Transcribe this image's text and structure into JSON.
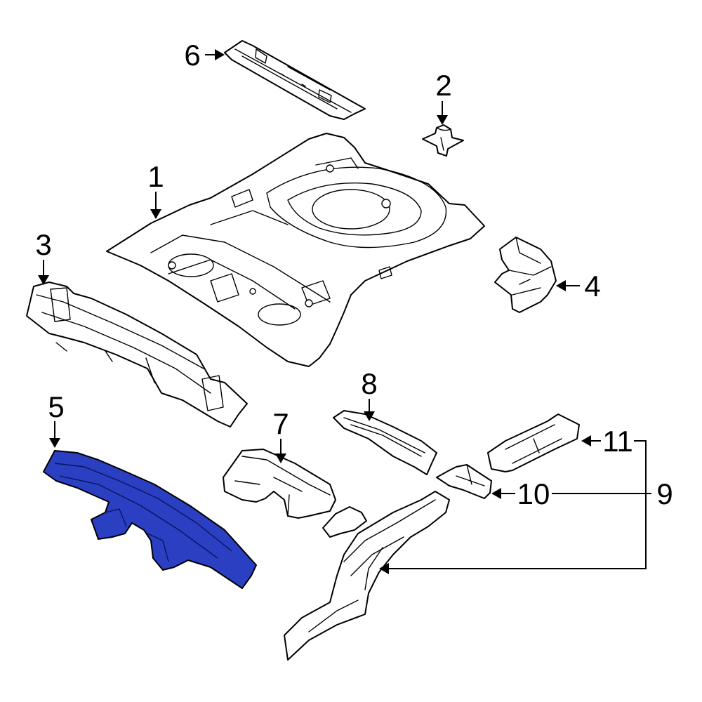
{
  "callouts": {
    "c1": "1",
    "c2": "2",
    "c3": "3",
    "c4": "4",
    "c5": "5",
    "c6": "6",
    "c7": "7",
    "c8": "8",
    "c9": "9",
    "c10": "10",
    "c11": "11"
  },
  "parts": [
    {
      "callout": "1",
      "highlighted": false
    },
    {
      "callout": "2",
      "highlighted": false
    },
    {
      "callout": "3",
      "highlighted": false
    },
    {
      "callout": "4",
      "highlighted": false
    },
    {
      "callout": "5",
      "highlighted": true
    },
    {
      "callout": "6",
      "highlighted": false
    },
    {
      "callout": "7",
      "highlighted": false
    },
    {
      "callout": "8",
      "highlighted": false
    },
    {
      "callout": "9",
      "highlighted": false
    },
    {
      "callout": "10",
      "highlighted": false
    },
    {
      "callout": "11",
      "highlighted": false
    }
  ],
  "colors": {
    "highlight": "#2a3fc2",
    "line": "#000000",
    "background": "#ffffff"
  }
}
